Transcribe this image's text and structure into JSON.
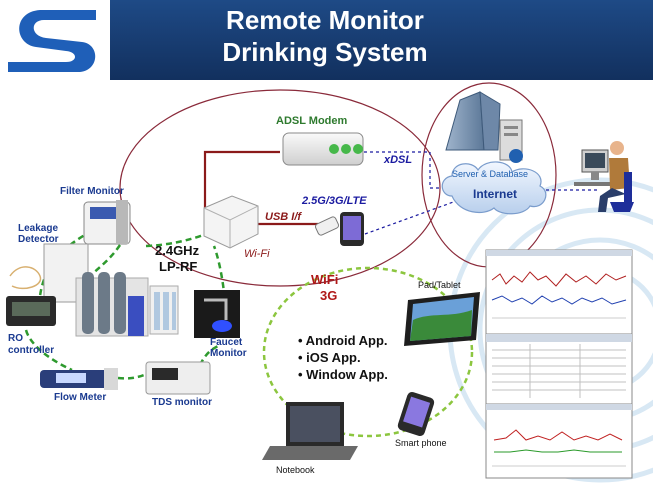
{
  "header": {
    "title_line1": "Remote Monitor",
    "title_line2": "Drinking System"
  },
  "labels": {
    "adsl_modem": "ADSL Modem",
    "xdsl": "xDSL",
    "server_db": "Server & Database",
    "internet": "Internet",
    "cellular": "2.5G/3G/LTE",
    "usb_if": "USB I/f",
    "wifi_italic": "Wi-Fi",
    "rf_freq": "2.4GHz",
    "rf_type": "LP-RF",
    "wifi": "WiFi",
    "three_g": "3G",
    "filter_monitor": "Filter Monitor",
    "leakage_line1": "Leakage",
    "leakage_line2": "Detector",
    "ro_line1": "RO",
    "ro_line2": "controller",
    "faucet_line1": "Faucet",
    "faucet_line2": "Monitor",
    "flow_meter": "Flow Meter",
    "tds_monitor": "TDS monitor",
    "pad_tablet": "Pad/Tablet",
    "smart_phone": "Smart phone",
    "notebook": "Notebook"
  },
  "apps": [
    "• Android App.",
    "• iOS App.",
    "• Window App."
  ],
  "colors": {
    "header_navy": "#163a6e",
    "link_red": "#8b1a1a",
    "link_green": "#2e9a2e",
    "wifi_green": "#8cc63f",
    "oval_maroon": "#8a2a3a",
    "label_blue": "#1a1aa0",
    "server_blue": "#2060b0"
  }
}
